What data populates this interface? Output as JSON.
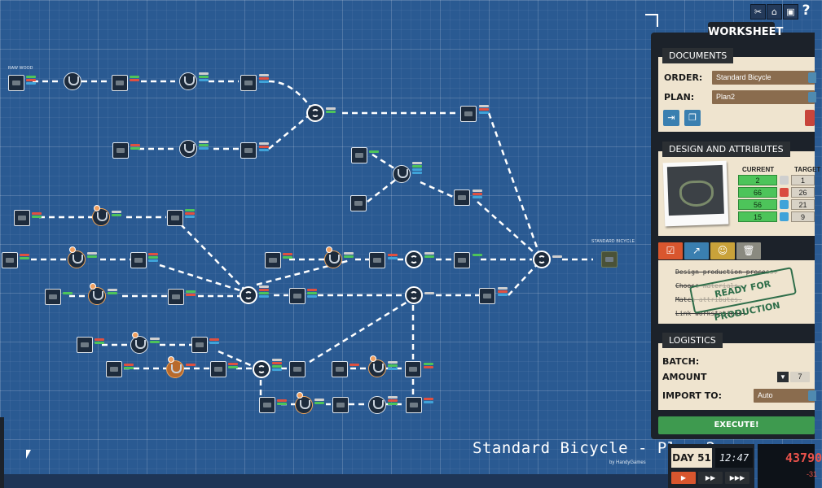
{
  "toolbar_icons": [
    "tools-icon",
    "home-icon",
    "camera-icon",
    "help-icon"
  ],
  "help_label": "?",
  "map": {
    "start_label": "RAW WOOD",
    "end_label": "STANDARD BICYCLE",
    "caption": "Standard Bicycle - Plan 2",
    "credit": "by HandyGames"
  },
  "worksheet": {
    "title": "WORKSHEET",
    "documents": {
      "title": "DOCUMENTS",
      "order_label": "ORDER:",
      "order_value": "Standard Bicycle",
      "plan_label": "PLAN:",
      "plan_value": "Plan2"
    },
    "design": {
      "title": "DESIGN AND ATTRIBUTES",
      "current_header": "CURRENT",
      "target_header": "TARGET",
      "rows": [
        {
          "current": "2",
          "target": "1",
          "color": "#cfcfcf"
        },
        {
          "current": "66",
          "target": "26",
          "color": "#d94b3f"
        },
        {
          "current": "56",
          "target": "21",
          "color": "#3fa3d9"
        },
        {
          "current": "15",
          "target": "9",
          "color": "#3fa3d9"
        }
      ]
    },
    "tasks": [
      "Design production process.",
      "Choose materials.",
      "Match attributes.",
      "Link workstations."
    ],
    "stamp": "READY FOR PRODUCTION",
    "logistics": {
      "title": "LOGISTICS",
      "batch_label": "BATCH:",
      "amount_label": "AMOUNT",
      "amount_value": "7",
      "import_label": "IMPORT TO:",
      "import_value": "Auto"
    },
    "execute": "EXECUTE!"
  },
  "clock": {
    "day": "DAY 51",
    "time": "12:47",
    "money": "43790",
    "money_delta": "-31"
  }
}
